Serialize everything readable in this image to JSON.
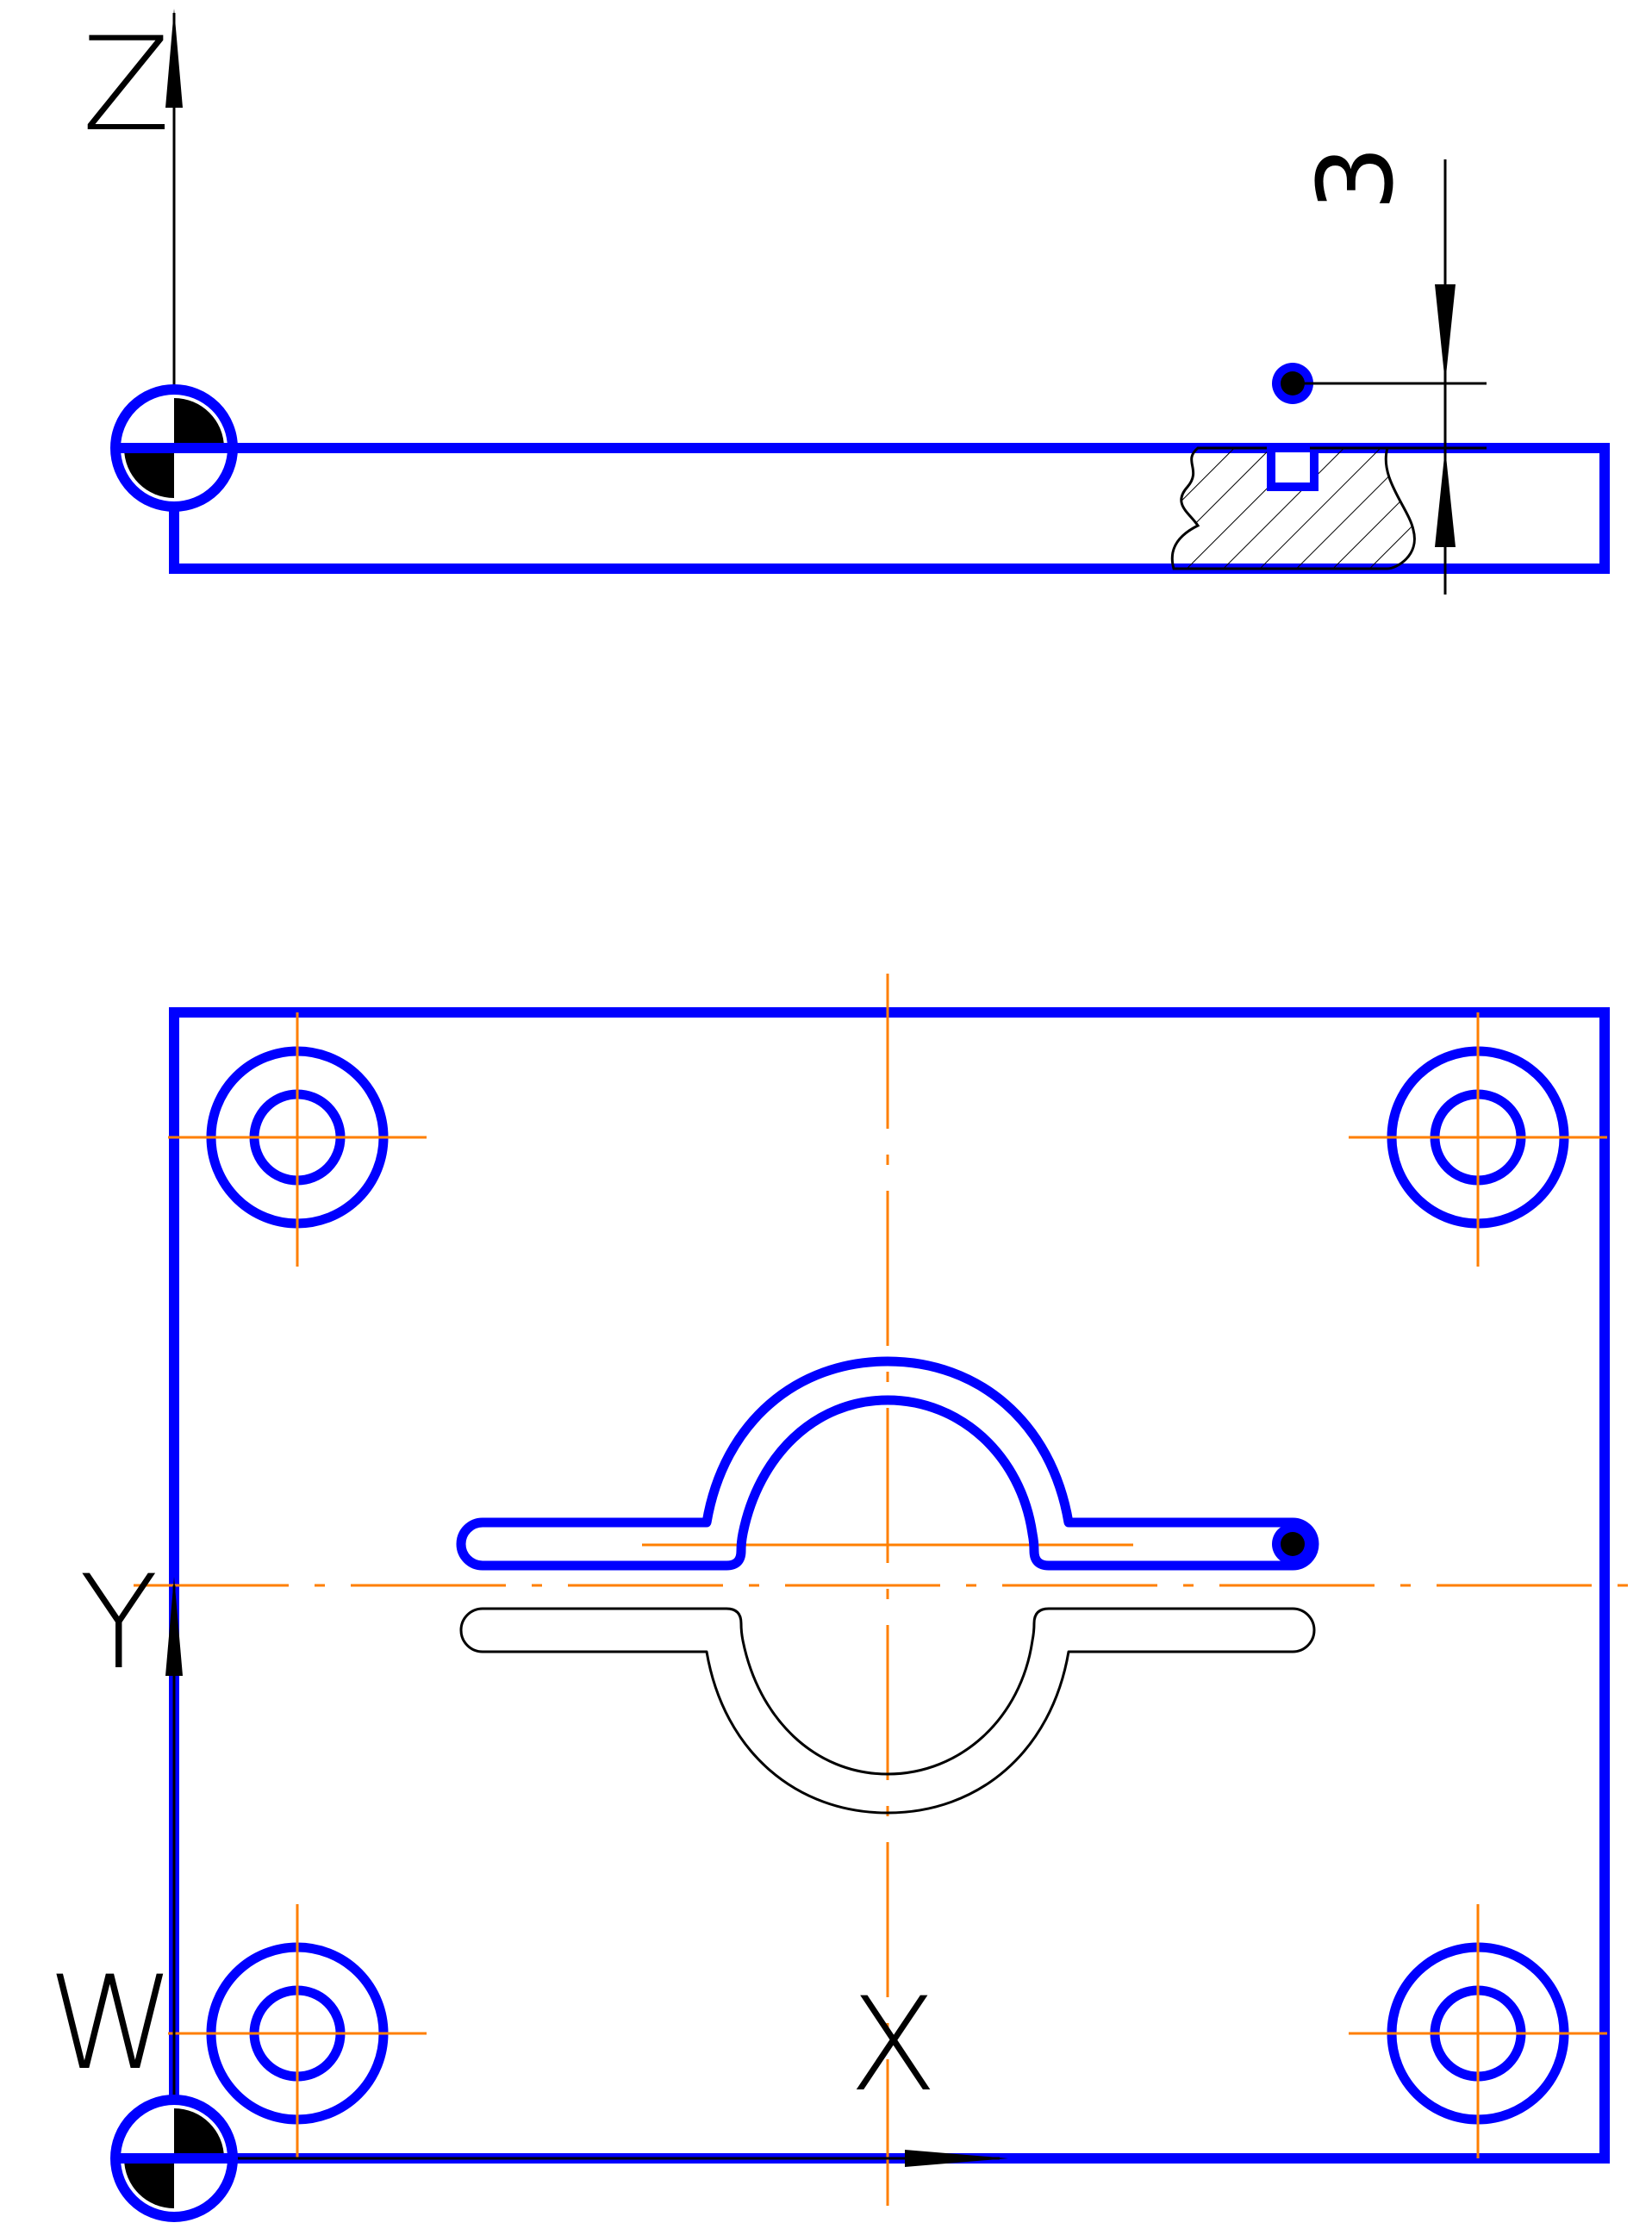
{
  "labels": {
    "axis_z": "Z",
    "axis_y": "Y",
    "axis_x": "X",
    "origin_w": "W",
    "dimension_3": "3"
  },
  "colors": {
    "part_outline": "#0000ff",
    "center_line": "#ff7f00",
    "annotation": "#000000",
    "background": "#ffffff"
  },
  "icons": {
    "origin_marker": "datum-origin-icon",
    "tool_point": "tool-point-icon"
  }
}
